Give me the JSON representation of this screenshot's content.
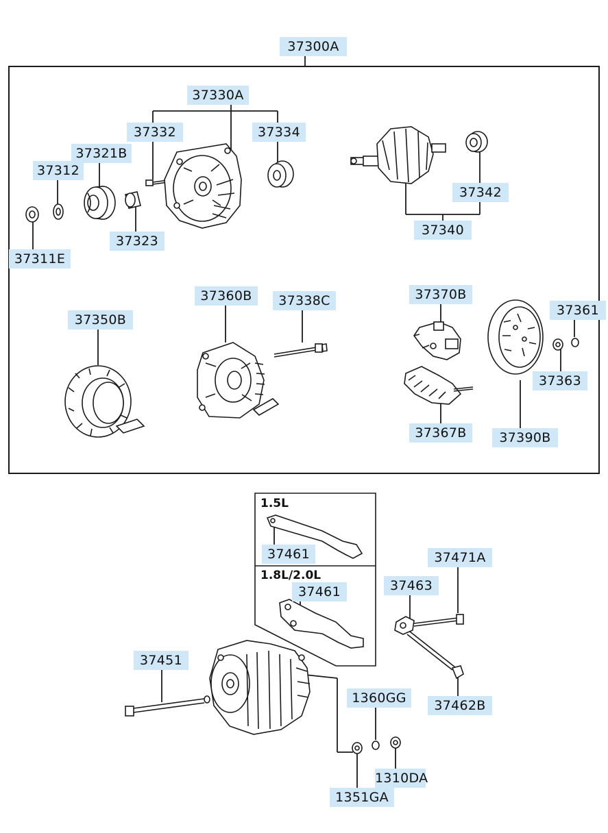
{
  "theme": {
    "label_background": "#cfe7f7",
    "line_color": "#1a1a1a"
  },
  "labels": {
    "assembly": "37300A",
    "front_bracket": "37330A",
    "bolt_37332": "37332",
    "bearing_37334": "37334",
    "pulley": "37321B",
    "washer_37312": "37312",
    "nut_37311E": "37311E",
    "spacer_37323": "37323",
    "rotor": "37340",
    "bearing_37342": "37342",
    "stator": "37350B",
    "rear_bracket": "37360B",
    "through_bolt": "37338C",
    "brush_holder": "37370B",
    "rectifier": "37367B",
    "rear_cover": "37390B",
    "cover_nut": "37361",
    "cover_washer": "37363",
    "bracket_15l": "37461",
    "bracket_18l": "37461",
    "mount_bolt": "37451",
    "adjust_plate": "37463",
    "adjust_bolt_a": "37471A",
    "adjust_bolt_b": "37462B",
    "washer_1360gg": "1360GG",
    "nut_1310da": "1310DA",
    "washer_1351ga": "1351GA"
  },
  "variants": {
    "v1": "1.5L",
    "v2": "1.8L/2.0L"
  }
}
